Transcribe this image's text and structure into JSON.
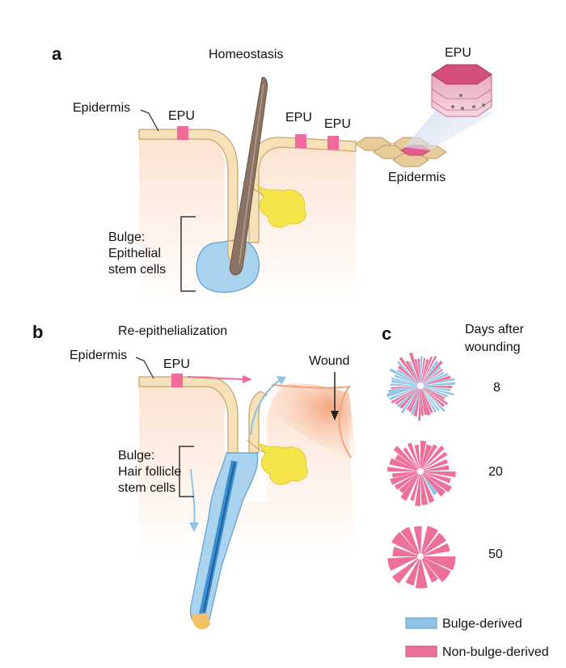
{
  "panels": {
    "a": "a",
    "b": "b",
    "c": "c"
  },
  "panel_a": {
    "title": "Homeostasis",
    "epidermis_label": "Epidermis",
    "epu_labels": [
      "EPU",
      "EPU",
      "EPU"
    ],
    "inset_epu": "EPU",
    "inset_epidermis": "Epidermis",
    "bulge_label": [
      "Bulge:",
      "Epithelial",
      "stem cells"
    ]
  },
  "panel_b": {
    "title": "Re-epithelialization",
    "epidermis_label": "Epidermis",
    "epu_label": "EPU",
    "wound_label": "Wound",
    "bulge_label": [
      "Bulge:",
      "Hair follicle",
      "stem cells"
    ]
  },
  "panel_c": {
    "header": [
      "Days after",
      "wounding"
    ],
    "days": [
      "8",
      "20",
      "50"
    ]
  },
  "legend": {
    "items": [
      {
        "label": "Bulge-derived",
        "color": "#8fc4e4"
      },
      {
        "label": "Non-bulge-derived",
        "color": "#ec6f9c"
      }
    ]
  },
  "colors": {
    "skin": "#fde6d6",
    "epidermis_band": "#f7e1b8",
    "epidermis_edge": "#c9a26a",
    "epu_pink": "#f06a9b",
    "bulge_blue": "#a9d3ee",
    "hair_shaft": "#8a7264",
    "gland_yellow": "#f5e44a",
    "wound": "#f6b792"
  }
}
